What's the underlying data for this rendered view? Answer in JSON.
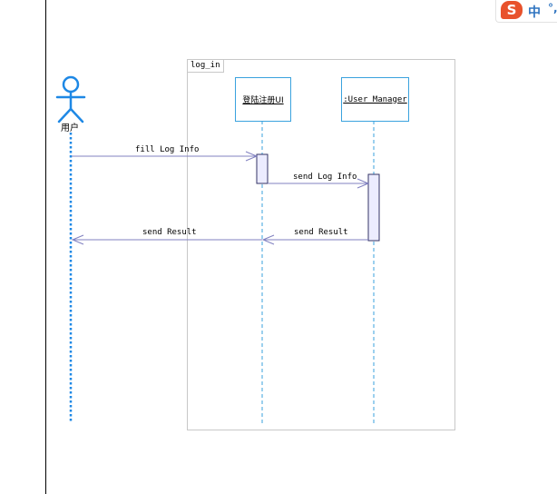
{
  "fragment": {
    "label": "log_in"
  },
  "actor": {
    "label": "用户"
  },
  "lifelines": [
    {
      "label": "登陆注册UI"
    },
    {
      "label": ":User_Manager"
    }
  ],
  "messages": [
    {
      "label": "fill Log Info"
    },
    {
      "label": "send Log Info"
    },
    {
      "label": "send Result"
    },
    {
      "label": "send Result"
    }
  ],
  "ime": {
    "logo": "S",
    "mode": "中",
    "punct": "°,"
  },
  "colors": {
    "lifeline": "#3aa2de",
    "message": "#8080c0",
    "activation_fill": "#ececff",
    "frame": "#c8c8c8"
  }
}
